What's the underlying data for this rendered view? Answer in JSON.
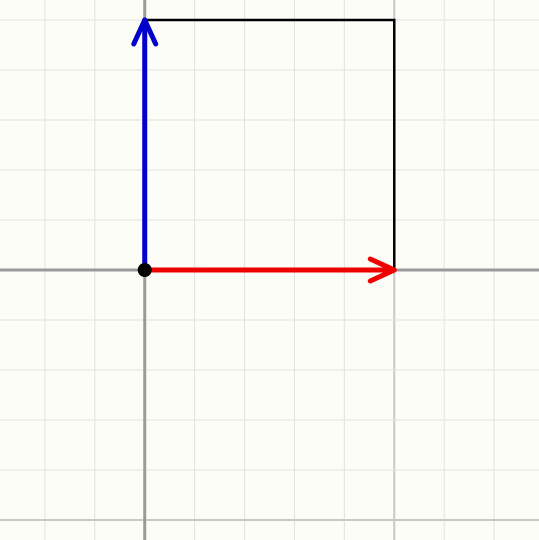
{
  "chart_data": {
    "type": "vector-diagram",
    "grid": true,
    "xlim": [
      -2.9,
      7.9
    ],
    "ylim": [
      -5.4,
      5.4
    ],
    "major_grid_lines": {
      "x": [
        5
      ],
      "y": [
        -5
      ]
    },
    "vectors": [
      {
        "from": [
          0,
          0
        ],
        "to": [
          5,
          0
        ],
        "color": "#ee0000"
      },
      {
        "from": [
          0,
          0
        ],
        "to": [
          0,
          5
        ],
        "color": "#0000cc"
      }
    ],
    "square": {
      "corners": [
        [
          0,
          0
        ],
        [
          5,
          0
        ],
        [
          5,
          5
        ],
        [
          0,
          5
        ]
      ],
      "color": "#000000"
    },
    "origin_point": {
      "at": [
        0,
        0
      ],
      "color": "#000000"
    }
  },
  "colors": {
    "background": "#fdfdf8",
    "minor_grid": "#e3e3dd",
    "major_grid": "#c9c9c3",
    "axis": "#9a9a9a"
  }
}
